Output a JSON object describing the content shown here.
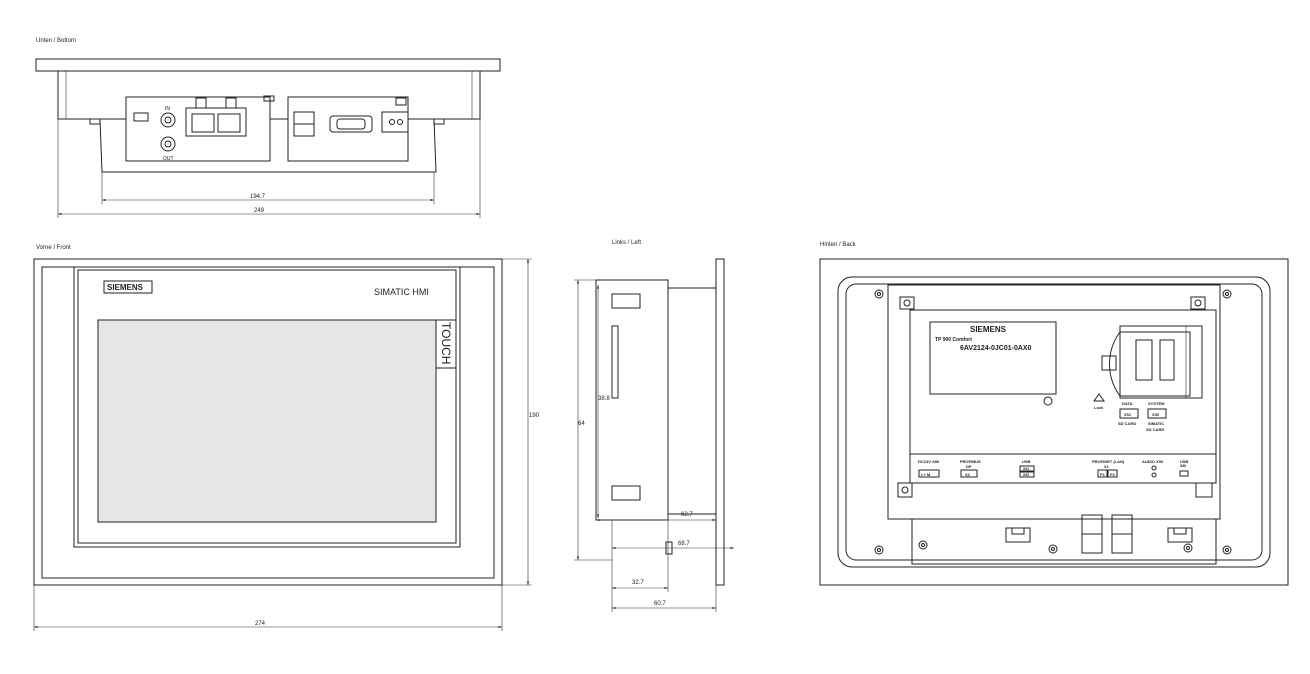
{
  "views": {
    "bottom": {
      "title": "Unten / Bottom",
      "labels": {
        "in": "IN",
        "out": "OUT"
      },
      "dims": {
        "inner": "194.7",
        "outer": "249"
      }
    },
    "front": {
      "title": "Vorne / Front",
      "brand": "SIEMENS",
      "product": "SIMATIC  HMI",
      "touch": "TOUCH",
      "dims": {
        "height": "190",
        "width": "274"
      }
    },
    "left": {
      "title": "Links / Left",
      "dims": {
        "h_outer": "64",
        "h_inner": "38.8",
        "d1": "62.7",
        "d2": "68.7",
        "d3": "32.7",
        "d4": "60.7"
      }
    },
    "back": {
      "title": "Hinten / Back",
      "label": {
        "brand": "SIEMENS",
        "model": "TP 900 Comfort",
        "order_no": "6AV2124-0JC01-0AX0"
      },
      "lock": "Lock",
      "sd_data": {
        "title": "DATA",
        "port": "X51",
        "sub": "SD CARD"
      },
      "sd_system": {
        "title": "SYSTEM",
        "port": "X50",
        "sub": "SIMATIC",
        "sub2": "SD CARD"
      },
      "ports": {
        "power": {
          "title": "DC24V X80",
          "pins": "L+  M"
        },
        "profibus": {
          "title": "PROFIBUS",
          "sub": "DP",
          "port": "X2"
        },
        "usb": {
          "title": "USB",
          "p1": "X61",
          "p2": "X62"
        },
        "profinet": {
          "title": "PROFINET (LAN)",
          "sub": "X1",
          "p1": "P1",
          "p2": "P2"
        },
        "audio": {
          "title": "AUDIO X90"
        },
        "usb2": {
          "title": "USB",
          "port": "X60"
        }
      }
    }
  }
}
